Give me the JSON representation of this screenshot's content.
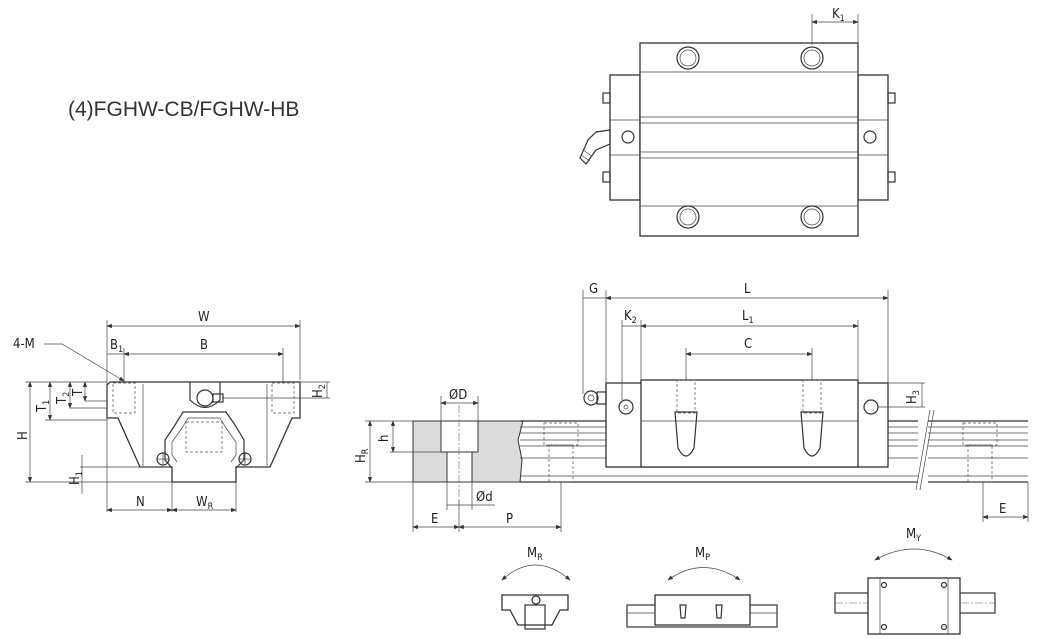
{
  "title": "(4)FGHW-CB/FGHW-HB",
  "top_view": {
    "dims": {
      "K1": "K",
      "K1_sub": "1"
    }
  },
  "front_view": {
    "dims": {
      "W": "W",
      "B": "B",
      "B1": "B",
      "B1_sub": "1",
      "M": "4-M",
      "T": "T",
      "T1": "T",
      "T1_sub": "1",
      "T2": "T",
      "T2_sub": "2",
      "H": "H",
      "H1": "H",
      "H1_sub": "1",
      "H2": "H",
      "H2_sub": "2",
      "N": "N",
      "WR": "W",
      "WR_sub": "R"
    }
  },
  "side_view": {
    "dims": {
      "G": "G",
      "L": "L",
      "L1": "L",
      "L1_sub": "1",
      "K2": "K",
      "K2_sub": "2",
      "C": "C",
      "H3": "H",
      "H3_sub": "3",
      "D": "ØD",
      "d": "Ød",
      "HR": "H",
      "HR_sub": "R",
      "h": "h",
      "E": "E",
      "P": "P",
      "E_right": "E"
    }
  },
  "moments": {
    "MR": "M",
    "MR_sub": "R",
    "MP": "M",
    "MP_sub": "P",
    "MY": "M",
    "MY_sub": "Y"
  }
}
